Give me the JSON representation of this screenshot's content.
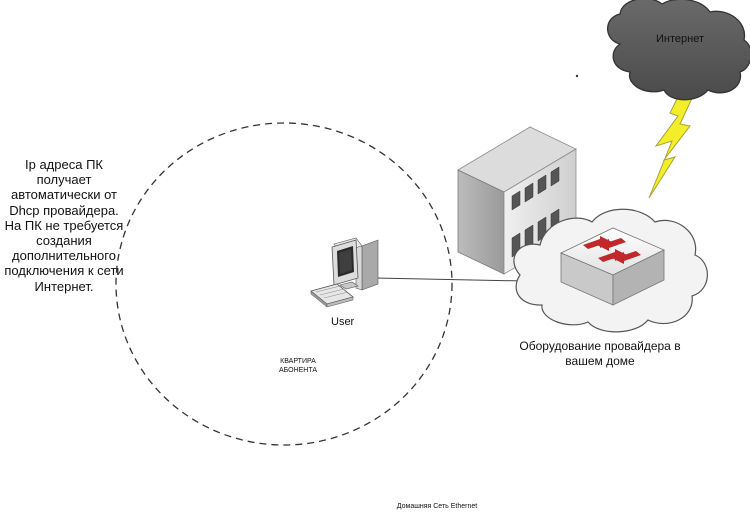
{
  "diagram": {
    "left_note": "Ip адреса ПК получает автоматически от Dhcp провайдера. На ПК не требуется создания дополнительного подключения к сети Интернет.",
    "user_label": "User",
    "apartment_label_line1": "КВАРТИРА",
    "apartment_label_line2": "АБОНЕНТА",
    "provider_label": "Оборудование провайдера в вашем доме",
    "internet_label": "Интернет",
    "caption": "Домашняя Сеть Ethernet"
  },
  "colors": {
    "cloud_dark": "#5c5c5c",
    "cloud_light": "#f2f2f2",
    "switch_arrow": "#c0282c",
    "lightning": "#f3ee2a",
    "building": "#d9d9d9"
  },
  "icons": [
    "computer-icon",
    "building-icon",
    "network-switch-icon",
    "lightning-icon",
    "internet-cloud-icon"
  ]
}
